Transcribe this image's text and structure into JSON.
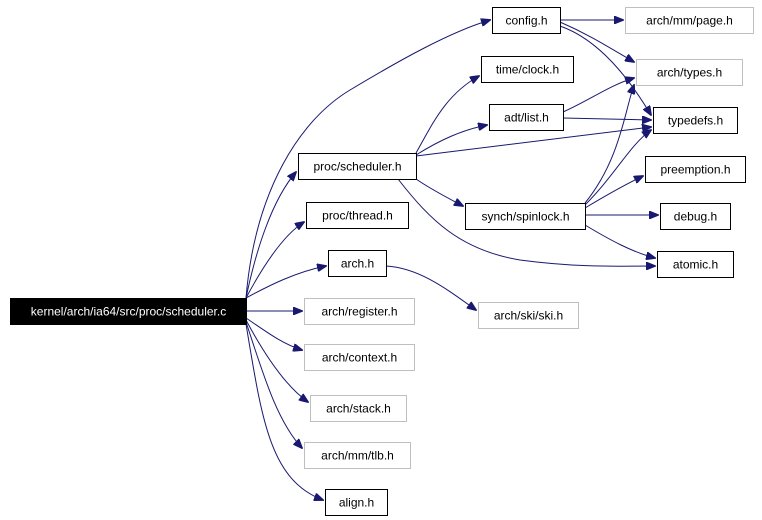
{
  "diagram": {
    "title": "",
    "colors": {
      "edge": "#191970",
      "root_fill": "#000000",
      "root_text": "#ffffff",
      "node_border": "#000000",
      "faded_border": "#bfbfbf"
    },
    "nodes": [
      {
        "id": "root",
        "label": "kernel/arch/ia64/src/proc/scheduler.c",
        "style": "root"
      },
      {
        "id": "proc_scheduler_h",
        "label": "proc/scheduler.h",
        "style": "normal"
      },
      {
        "id": "proc_thread_h",
        "label": "proc/thread.h",
        "style": "normal"
      },
      {
        "id": "arch_h",
        "label": "arch.h",
        "style": "normal"
      },
      {
        "id": "arch_register_h",
        "label": "arch/register.h",
        "style": "faded"
      },
      {
        "id": "arch_context_h",
        "label": "arch/context.h",
        "style": "faded"
      },
      {
        "id": "arch_stack_h",
        "label": "arch/stack.h",
        "style": "faded"
      },
      {
        "id": "arch_mm_tlb_h",
        "label": "arch/mm/tlb.h",
        "style": "faded"
      },
      {
        "id": "align_h",
        "label": "align.h",
        "style": "normal"
      },
      {
        "id": "config_h",
        "label": "config.h",
        "style": "normal"
      },
      {
        "id": "time_clock_h",
        "label": "time/clock.h",
        "style": "normal"
      },
      {
        "id": "adt_list_h",
        "label": "adt/list.h",
        "style": "normal"
      },
      {
        "id": "synch_spinlock_h",
        "label": "synch/spinlock.h",
        "style": "normal"
      },
      {
        "id": "arch_ski_ski_h",
        "label": "arch/ski/ski.h",
        "style": "faded"
      },
      {
        "id": "arch_mm_page_h",
        "label": "arch/mm/page.h",
        "style": "faded"
      },
      {
        "id": "arch_types_h",
        "label": "arch/types.h",
        "style": "faded"
      },
      {
        "id": "typedefs_h",
        "label": "typedefs.h",
        "style": "normal"
      },
      {
        "id": "preemption_h",
        "label": "preemption.h",
        "style": "normal"
      },
      {
        "id": "debug_h",
        "label": "debug.h",
        "style": "normal"
      },
      {
        "id": "atomic_h",
        "label": "atomic.h",
        "style": "normal"
      }
    ],
    "edges": [
      {
        "from": "root",
        "to": "config_h"
      },
      {
        "from": "root",
        "to": "proc_scheduler_h"
      },
      {
        "from": "root",
        "to": "proc_thread_h"
      },
      {
        "from": "root",
        "to": "arch_h"
      },
      {
        "from": "root",
        "to": "arch_register_h"
      },
      {
        "from": "root",
        "to": "arch_context_h"
      },
      {
        "from": "root",
        "to": "arch_stack_h"
      },
      {
        "from": "root",
        "to": "arch_mm_tlb_h"
      },
      {
        "from": "root",
        "to": "align_h"
      },
      {
        "from": "proc_scheduler_h",
        "to": "time_clock_h"
      },
      {
        "from": "proc_scheduler_h",
        "to": "adt_list_h"
      },
      {
        "from": "proc_scheduler_h",
        "to": "typedefs_h"
      },
      {
        "from": "proc_scheduler_h",
        "to": "synch_spinlock_h"
      },
      {
        "from": "proc_scheduler_h",
        "to": "atomic_h"
      },
      {
        "from": "arch_h",
        "to": "arch_ski_ski_h"
      },
      {
        "from": "config_h",
        "to": "arch_mm_page_h"
      },
      {
        "from": "config_h",
        "to": "arch_types_h"
      },
      {
        "from": "config_h",
        "to": "typedefs_h"
      },
      {
        "from": "adt_list_h",
        "to": "arch_types_h"
      },
      {
        "from": "adt_list_h",
        "to": "typedefs_h"
      },
      {
        "from": "synch_spinlock_h",
        "to": "arch_types_h"
      },
      {
        "from": "synch_spinlock_h",
        "to": "typedefs_h"
      },
      {
        "from": "synch_spinlock_h",
        "to": "preemption_h"
      },
      {
        "from": "synch_spinlock_h",
        "to": "debug_h"
      },
      {
        "from": "synch_spinlock_h",
        "to": "atomic_h"
      }
    ]
  }
}
